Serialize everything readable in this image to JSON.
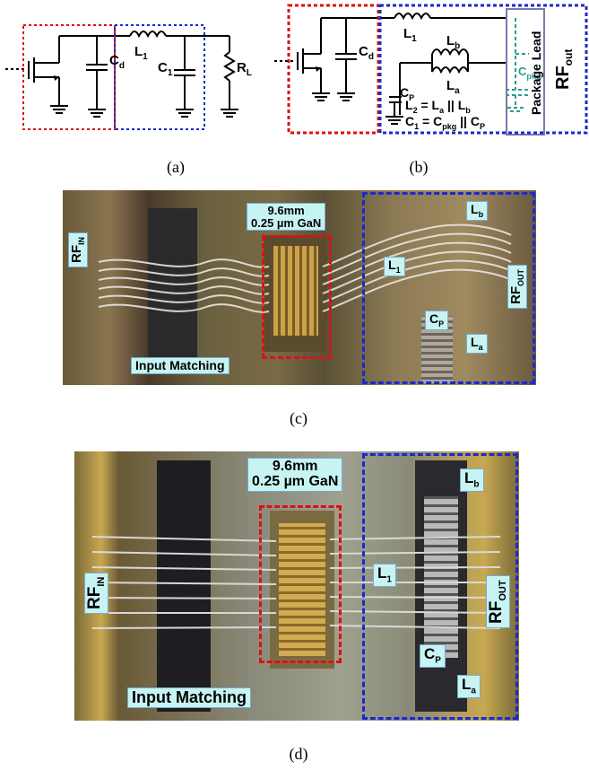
{
  "captions": {
    "a": "(a)",
    "b": "(b)",
    "c": "(c)",
    "d": "(d)"
  },
  "schematic_a": {
    "cd": "C",
    "cd_sub": "d",
    "l1": "L",
    "l1_sub": "1",
    "c1": "C",
    "c1_sub": "1",
    "rl": "R",
    "rl_sub": "L"
  },
  "schematic_b": {
    "l1": "L",
    "l1_sub": "1",
    "lb": "L",
    "lb_sub": "b",
    "la": "L",
    "la_sub": "a",
    "cd": "C",
    "cd_sub": "d",
    "cp": "C",
    "cp_sub": "P",
    "cpkg": "C",
    "cpkg_sub": "pkg",
    "eq1_a": "L",
    "eq1_a_sub": "2",
    "eq1_b": " = L",
    "eq1_b_sub": "a",
    "eq1_c": " || L",
    "eq1_c_sub": "b",
    "eq2_a": "C",
    "eq2_a_sub": "1",
    "eq2_b": " = C",
    "eq2_b_sub": "pkg",
    "eq2_c": " || C",
    "eq2_c_sub": "P",
    "package_lead": "Package Lead",
    "rf_out": "RF",
    "rf_out_sub": "out"
  },
  "photo_c": {
    "die": "9.6mm",
    "die2": "0.25 µm GaN",
    "rf_in": "RF",
    "rf_in_sub": "IN",
    "rf_out": "RF",
    "rf_out_sub": "OUT",
    "l1": "L",
    "l1_sub": "1",
    "lb": "L",
    "lb_sub": "b",
    "la": "L",
    "la_sub": "a",
    "cp": "C",
    "cp_sub": "P",
    "input_matching": "Input Matching"
  },
  "photo_d": {
    "die": "9.6mm",
    "die2": "0.25 µm GaN",
    "rf_in": "RF",
    "rf_in_sub": "IN",
    "rf_out": "RF",
    "rf_out_sub": "OUT",
    "l1": "L",
    "l1_sub": "1",
    "lb": "L",
    "lb_sub": "b",
    "la": "L",
    "la_sub": "a",
    "cp": "C",
    "cp_sub": "P",
    "input_matching": "Input Matching"
  },
  "colors": {
    "red_box": "#dd1111",
    "blue_box": "#1a2ad0",
    "teal": "#2a9d8f",
    "label_bg": "#c8f3f3"
  }
}
